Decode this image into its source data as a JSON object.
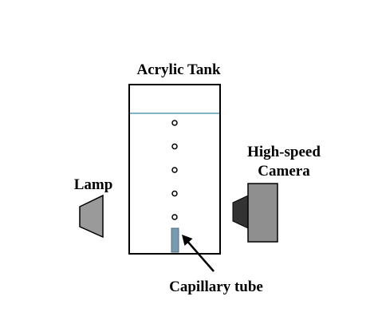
{
  "labels": {
    "tank": "Acrylic Tank",
    "camera_line1": "High-speed",
    "camera_line2": "Camera",
    "lamp": "Lamp",
    "capillary": "Capillary tube"
  },
  "bubble_count": 5,
  "colors": {
    "water_line": "#7fb3c9",
    "tube_fill": "#7a9aaf",
    "tube_stroke": "#4d7086",
    "lamp_fill": "#9a9a9a",
    "camera_body": "#8f8f8f",
    "camera_lens": "#333333",
    "outline": "#000000"
  }
}
